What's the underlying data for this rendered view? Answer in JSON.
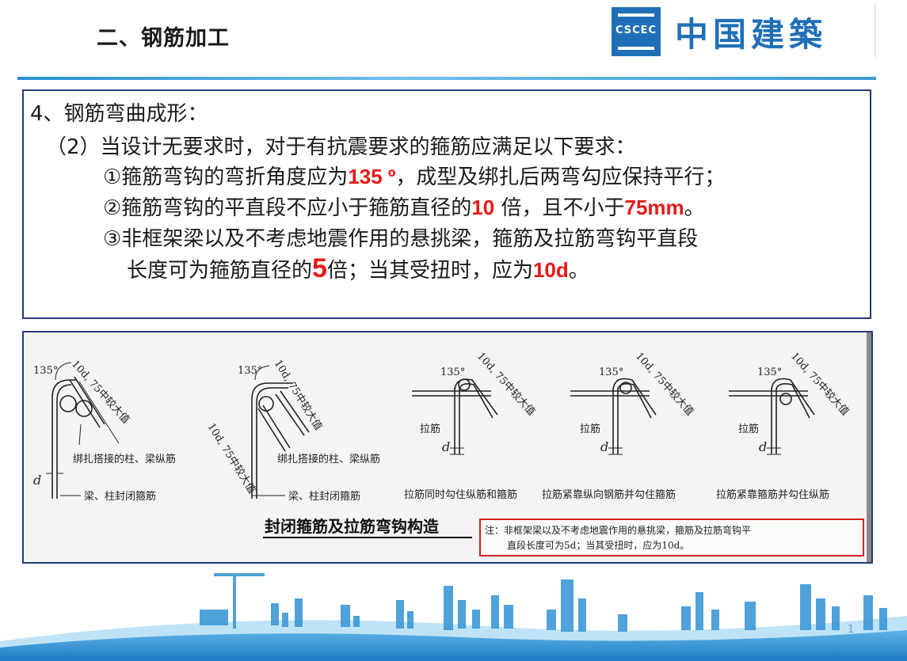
{
  "header": {
    "title": "二、钢筋加工",
    "logo_mark": "CSCEC",
    "logo_text": "中国建築"
  },
  "content": {
    "heading": "4、钢筋弯曲成形：",
    "subheading": "（2）当设计无要求时，对于有抗震要求的箍筋应满足以下要求：",
    "item1_a": "①箍筋弯钩的弯折角度应为",
    "item1_val": "135 º",
    "item1_b": "，成型及绑扎后两弯勾应保持平行；",
    "item2_a": "②箍筋弯钩的平直段不应小于箍筋直径的",
    "item2_val1": "10",
    "item2_b": " 倍，且不小于",
    "item2_val2": "75mm",
    "item2_c": "。",
    "item3_line1": "③非框架梁以及不考虑地震作用的悬挑梁，箍筋及拉筋弯钩平直段",
    "item3_a": "长度可为箍筋直径的",
    "item3_val1": "5",
    "item3_b": "倍；当其受扭时，应为",
    "item3_val2": "10d",
    "item3_c": "。"
  },
  "figure": {
    "angle_label": "135°",
    "hook_label": "10d, 75中较大值",
    "d_label": "d",
    "tie_label": "拉筋",
    "diagram1_note1": "绑扎搭接的柱、梁纵筋",
    "diagram1_note2": "梁、柱封闭箍筋",
    "diagram2_note1": "绑扎搭接的柱、梁纵筋",
    "diagram2_note2": "梁、柱封闭箍筋",
    "caption3": "拉筋同时勾住纵筋和箍筋",
    "caption4": "拉筋紧靠纵向钢筋并勾住箍筋",
    "caption5": "拉筋紧靠箍筋并勾住纵筋",
    "main_caption": "封闭箍筋及拉筋弯钩构造",
    "note_line1": "注：非框架梁以及不考虑地震作用的悬挑梁，箍筋及拉筋弯钩平",
    "note_line2": "直段长度可为5d；当其受扭时，应为10d。"
  },
  "footer": {
    "page_number": "1"
  },
  "colors": {
    "accent_blue": "#1f6fb8",
    "box_border": "#243a7a",
    "highlight_red": "#e81818",
    "note_border": "#d42020"
  }
}
